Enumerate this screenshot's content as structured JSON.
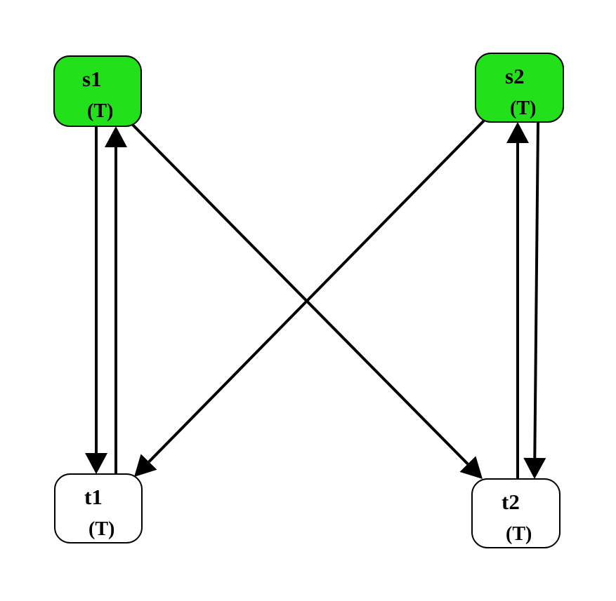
{
  "nodes": [
    {
      "id": "s1",
      "name": "s1",
      "sub": "(T)",
      "fill": "#22e01a"
    },
    {
      "id": "s2",
      "name": "s2",
      "sub": "(T)",
      "fill": "#22e01a"
    },
    {
      "id": "t1",
      "name": "t1",
      "sub": "(T)",
      "fill": "#ffffff"
    },
    {
      "id": "t2",
      "name": "t2",
      "sub": "(T)",
      "fill": "#ffffff"
    }
  ],
  "edges": [
    {
      "from": "s1",
      "to": "t1"
    },
    {
      "from": "t1",
      "to": "s1"
    },
    {
      "from": "s1",
      "to": "t2"
    },
    {
      "from": "s2",
      "to": "t1"
    },
    {
      "from": "s2",
      "to": "t2"
    },
    {
      "from": "t2",
      "to": "s2"
    }
  ],
  "colors": {
    "stroke": "#000000",
    "source_fill": "#22e01a",
    "target_fill": "#ffffff"
  }
}
